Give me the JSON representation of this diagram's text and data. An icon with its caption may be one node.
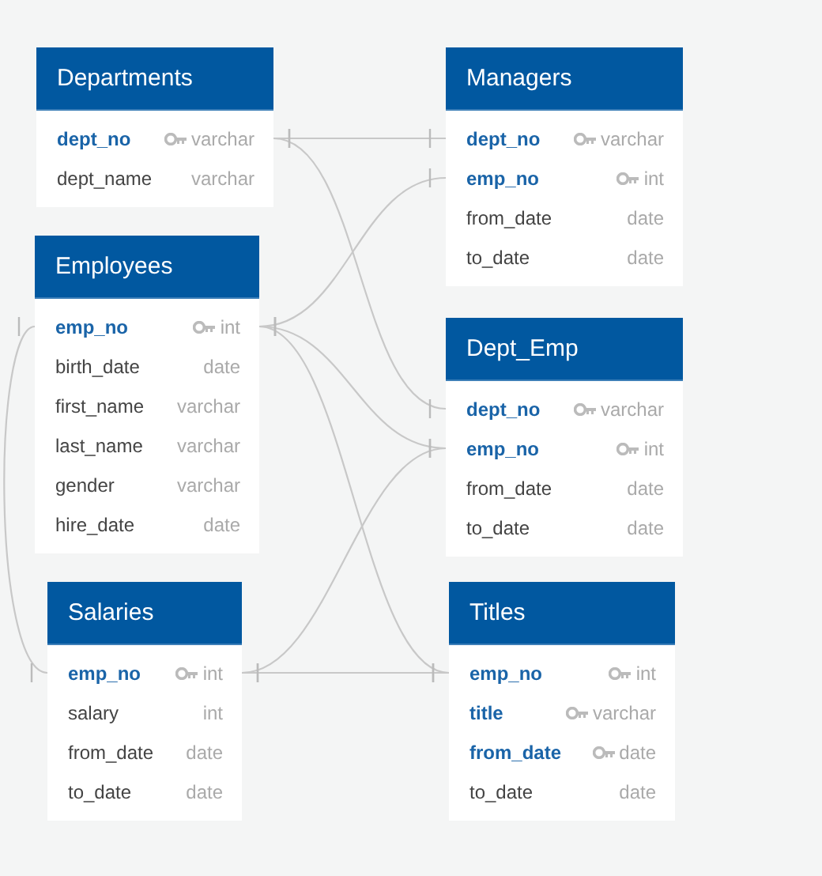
{
  "diagram": {
    "nodes": [
      {
        "text": [
          "Departments"
        ]
      },
      {
        "text": [
          "dept_no",
          "varchar"
        ],
        "in": 0
      },
      {
        "text": [],
        "shape": "key",
        "in": 1
      },
      {
        "text": [
          "dept_name",
          "varchar"
        ],
        "in": 0
      },
      {
        "text": [
          "Managers"
        ]
      },
      {
        "text": [
          "dept_no",
          "varchar"
        ],
        "in": 4
      },
      {
        "text": [],
        "shape": "key",
        "in": 5
      },
      {
        "text": [
          "emp_no",
          "int"
        ],
        "in": 4
      },
      {
        "text": [],
        "shape": "key",
        "in": 7
      },
      {
        "text": [
          "from_date",
          "date"
        ],
        "in": 4
      },
      {
        "text": [
          "to_date",
          "date"
        ],
        "in": 4
      },
      {
        "text": [
          "Employees"
        ]
      },
      {
        "text": [
          "emp_no",
          "int"
        ],
        "in": 11
      },
      {
        "text": [],
        "shape": "key",
        "in": 12
      },
      {
        "text": [
          "birth_date",
          "date"
        ],
        "in": 11
      },
      {
        "text": [
          "first_name",
          "varchar"
        ],
        "in": 11
      },
      {
        "text": [
          "last_name",
          "varchar"
        ],
        "in": 11
      },
      {
        "text": [
          "gender",
          "varchar"
        ],
        "in": 11
      },
      {
        "text": [
          "hire_date",
          "date"
        ],
        "in": 11
      },
      {
        "text": [
          "Dept_Emp"
        ]
      },
      {
        "text": [
          "dept_no",
          "varchar"
        ],
        "in": 19
      },
      {
        "text": [],
        "shape": "key",
        "in": 20
      },
      {
        "text": [
          "emp_no",
          "int"
        ],
        "in": 19
      },
      {
        "text": [],
        "shape": "key",
        "in": 22
      },
      {
        "text": [
          "from_date",
          "date"
        ],
        "in": 19
      },
      {
        "text": [
          "to_date",
          "date"
        ],
        "in": 19
      },
      {
        "text": [
          "Salaries"
        ]
      },
      {
        "text": [
          "emp_no",
          "int"
        ],
        "in": 26
      },
      {
        "text": [],
        "shape": "key",
        "in": 27
      },
      {
        "text": [
          "salary",
          "int"
        ],
        "in": 26
      },
      {
        "text": [
          "from_date",
          "date"
        ],
        "in": 26
      },
      {
        "text": [
          "to_date",
          "date"
        ],
        "in": 26
      },
      {
        "text": [
          "Titles"
        ]
      },
      {
        "text": [
          "emp_no",
          "int"
        ],
        "in": 32
      },
      {
        "text": [],
        "shape": "key",
        "in": 33
      },
      {
        "text": [
          "title",
          "varchar"
        ],
        "in": 32
      },
      {
        "text": [],
        "shape": "key",
        "in": 35
      },
      {
        "text": [
          "from_date",
          "date"
        ],
        "in": 32
      },
      {
        "text": [],
        "shape": "key",
        "in": 37
      },
      {
        "text": [
          "to_date",
          "date"
        ],
        "in": 32
      }
    ],
    "edges": [
      {
        "from": 1,
        "to": 5,
        "arrow": "other"
      },
      {
        "from": 1,
        "to": 20,
        "arrow": "other"
      },
      {
        "from": 12,
        "to": 7,
        "arrow": "other"
      },
      {
        "from": 12,
        "to": 22,
        "arrow": "other"
      },
      {
        "from": 12,
        "to": 33,
        "arrow": "other"
      },
      {
        "from": 27,
        "to": 22,
        "arrow": "other"
      },
      {
        "from": 27,
        "to": 33,
        "arrow": "other"
      },
      {
        "from": 12,
        "to": 27,
        "arrow": "other"
      }
    ]
  }
}
